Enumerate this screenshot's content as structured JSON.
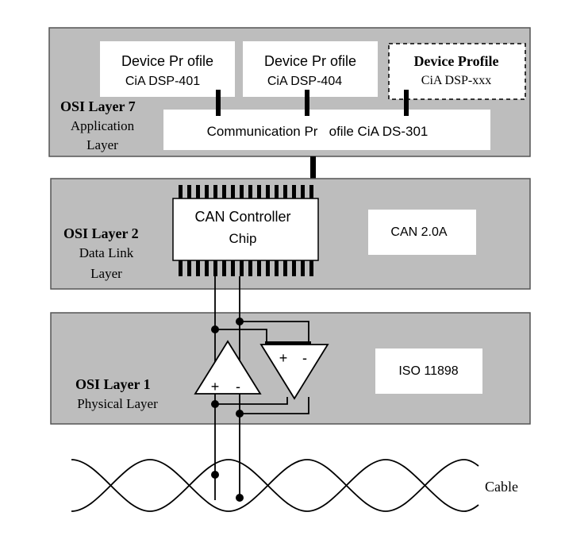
{
  "layer7": {
    "title": "OSI Layer 7",
    "subtitle_line1": "Application",
    "subtitle_line2": "Layer",
    "profile1": {
      "line1": "Device Pr ofile",
      "line2": "CiA DSP-401"
    },
    "profile2": {
      "line1": "Device Pr ofile",
      "line2": "CiA DSP-404"
    },
    "profile3": {
      "line1": "Device Profile",
      "line2": "CiA DSP-xxx"
    },
    "comm_profile": "Communication Pr   ofile CiA DS-301"
  },
  "layer2": {
    "title": "OSI Layer 2",
    "subtitle_line1": "Data Link",
    "subtitle_line2": "Layer",
    "chip_line1": "CAN Controller",
    "chip_line2": "Chip",
    "standard": "CAN 2.0A"
  },
  "layer1": {
    "title": "OSI Layer 1",
    "subtitle": "Physical Layer",
    "standard": "ISO 11898",
    "amp1_plus": "+",
    "amp1_minus": "-",
    "amp2_plus": "+",
    "amp2_minus": "-"
  },
  "cable_label": "Cable",
  "colors": {
    "layer_fill": "#bdbdbd",
    "box_fill": "#ffffff",
    "line": "#000000"
  }
}
